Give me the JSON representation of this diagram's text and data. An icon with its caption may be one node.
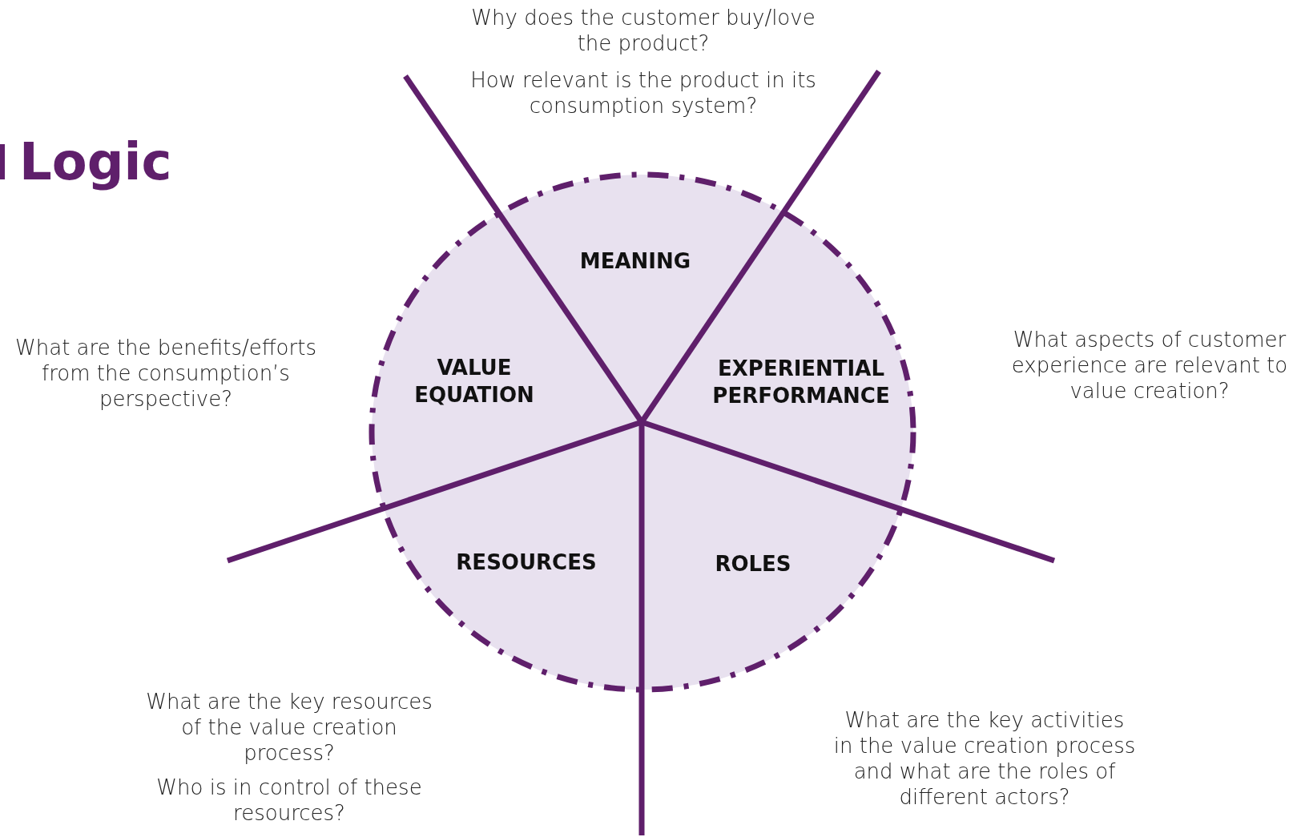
{
  "diagram": {
    "title": "Logic",
    "nodes": [
      {
        "text": [],
        "shape": "circle"
      },
      {
        "text": [
          "MEANING"
        ],
        "in": 0
      },
      {
        "text": [
          "VALUE EQUATION"
        ],
        "in": 0
      },
      {
        "text": [
          "EXPERIENTIAL PERFORMANCE"
        ],
        "in": 0
      },
      {
        "text": [
          "RESOURCES"
        ],
        "in": 0
      },
      {
        "text": [
          "ROLES"
        ],
        "in": 0
      }
    ],
    "labels": [
      "Why does the customer buy/love the product?",
      "How relevant is the product in its consumption system?",
      "What aspects of customer experience are relevant to value creation?",
      "What are the benefits/efforts from the consumption’s perspective?",
      "What are the key resources of the value creation process?",
      "Who is in control of these resources?",
      "What are the key activities in the value creation process and what are the roles of different actors?"
    ]
  }
}
